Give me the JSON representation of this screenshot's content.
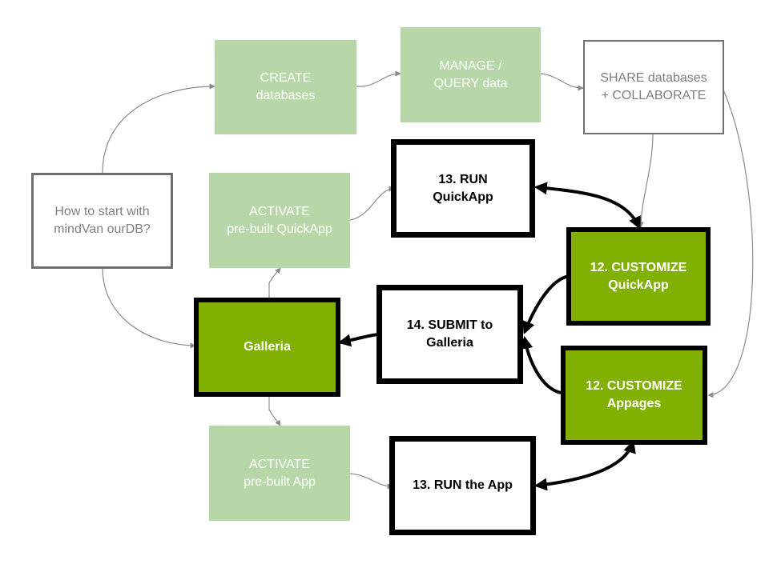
{
  "colors": {
    "faded_green": "#b7d7a8",
    "strong_green": "#82b000",
    "connector_grey": "#8a8a8a",
    "connector_black": "#000000"
  },
  "nodes": {
    "start": "How to start with\nmindVan ourDB?",
    "create": "CREATE\ndatabases",
    "manage": "MANAGE /\nQUERY data",
    "share": "SHARE databases\n+ COLLABORATE",
    "activate_quickapp": "ACTIVATE\npre-built QuickApp",
    "run_quickapp": "13. RUN\nQuickApp",
    "customize_quickapp": "12. CUSTOMIZE\nQuickApp",
    "submit": "14. SUBMIT to\nGalleria",
    "galleria": "Galleria",
    "customize_appages": "12. CUSTOMIZE\nAppages",
    "activate_app": "ACTIVATE\npre-built App",
    "run_app": "13. RUN the App"
  }
}
